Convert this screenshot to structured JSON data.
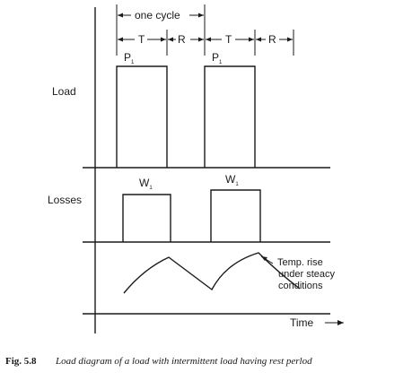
{
  "labels": {
    "one_cycle": "one cycle",
    "t1": "T",
    "r1": "R",
    "t2": "T",
    "r2": "R",
    "p1": "P",
    "p1_sub": "1",
    "p2": "P",
    "p2_sub": "1",
    "load": "Load",
    "losses": "Losses",
    "w1": "W",
    "w1_sub": "1",
    "w2": "W",
    "w2_sub": "1",
    "temp_line1": "Temp. rise",
    "temp_line2": "under steacy",
    "temp_line3": "conditions",
    "time": "Time"
  },
  "caption": {
    "number": "Fig. 5.8",
    "text": "Load diagram of a load with intermittent load having rest perlod"
  }
}
